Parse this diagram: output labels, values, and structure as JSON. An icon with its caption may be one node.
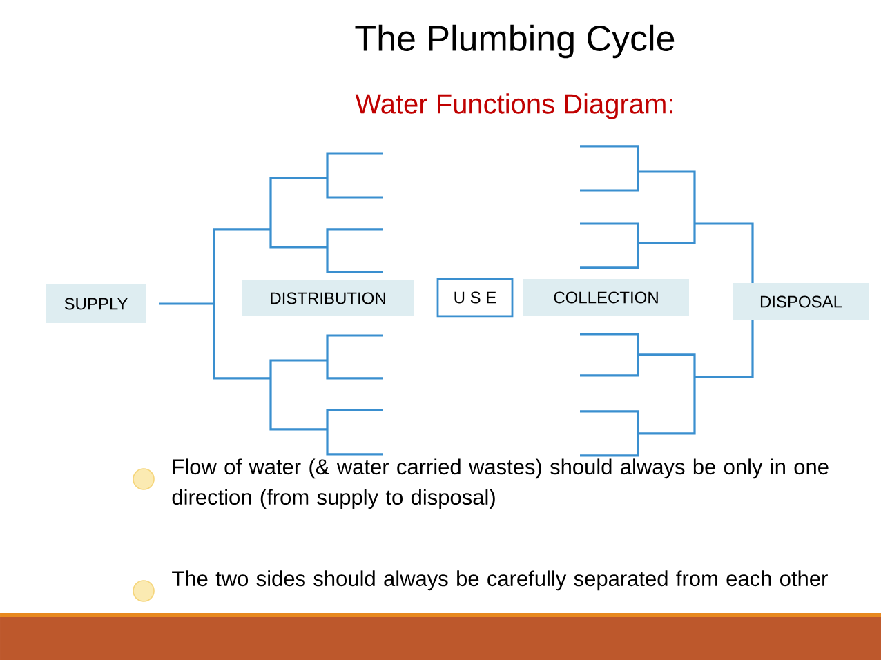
{
  "diagram": {
    "title": "The Plumbing Cycle",
    "nodes": [
      {
        "text": [
          "SUPPLY"
        ]
      },
      {
        "text": [
          "DISTRIBUTION"
        ]
      },
      {
        "text": [
          "U S E"
        ]
      },
      {
        "text": [
          "COLLECTION"
        ]
      },
      {
        "text": [
          "DISPOSAL"
        ]
      }
    ],
    "labels": [
      "Water Functions Diagram:",
      "Flow of water (& water carried wastes) should always be only in one direction (from supply to disposal)",
      "The two sides should always be carefully separated from each other"
    ]
  }
}
